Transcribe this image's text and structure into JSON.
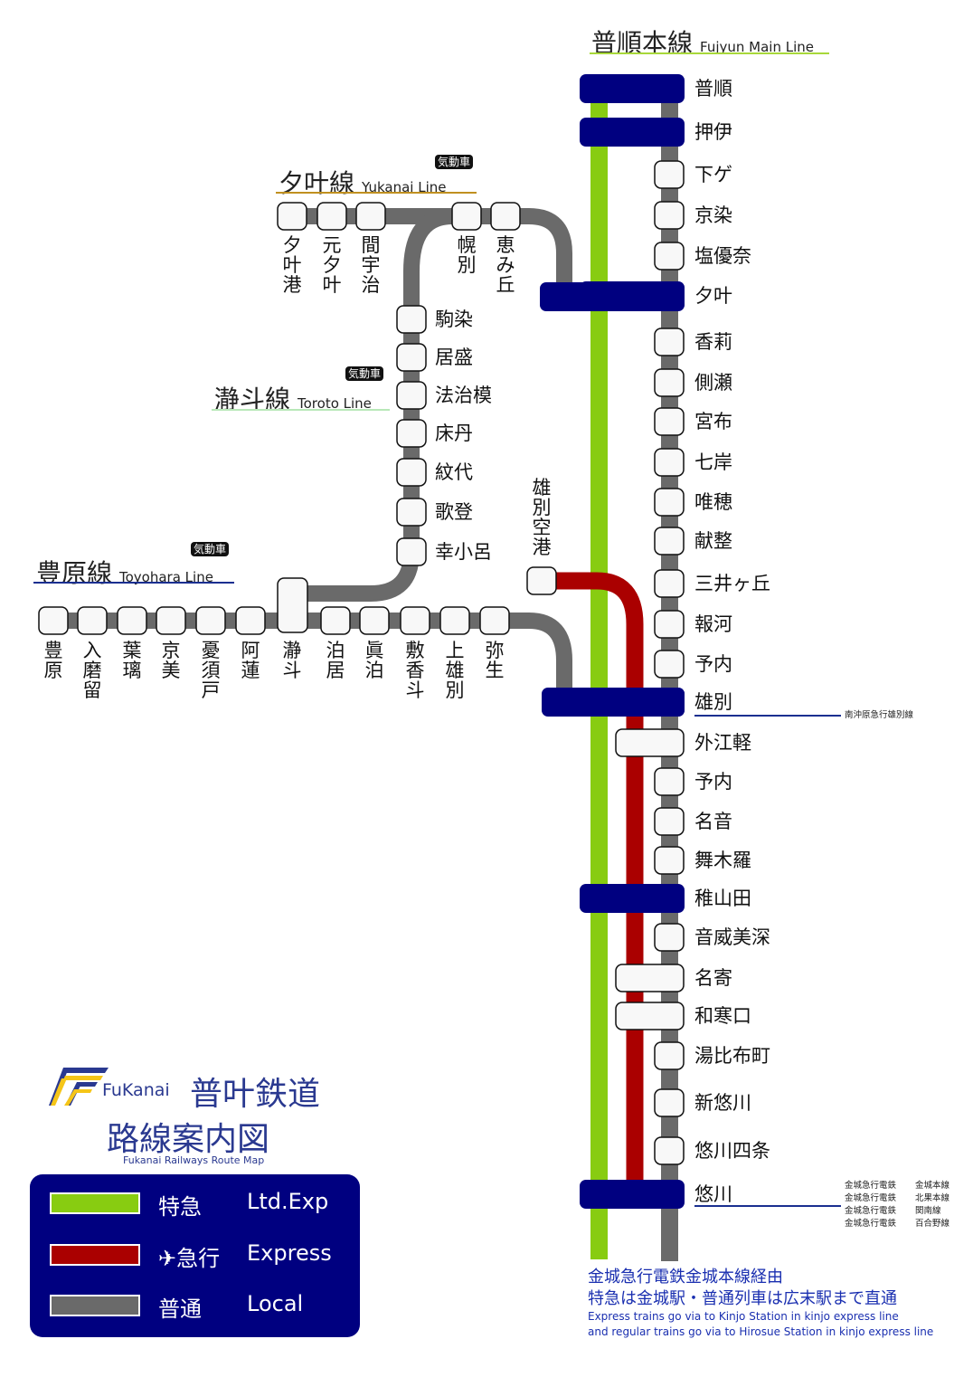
{
  "colors": {
    "ltd_express": "#88cc11",
    "express": "#aa0000",
    "local": "#6a6a6a",
    "major_station": "#000080",
    "station_fill": "#f8f8f8",
    "brand": "#2a3990",
    "footnote": "#1a2fb0",
    "fujyun_underline": "#a8d83a",
    "yukanai_underline": "#c09020",
    "toroto_underline": "#b8e8b8",
    "toyohara_underline": "#1a2f90"
  },
  "lines": {
    "fujyun": {
      "name_jp": "普順本線",
      "name_en": "Fujyun Main Line"
    },
    "yukanai": {
      "name_jp": "夕叶線",
      "name_en": "Yukanai Line",
      "badge": "気動車"
    },
    "toroto": {
      "name_jp": "瀞斗線",
      "name_en": "Toroto Line",
      "badge": "気動車"
    },
    "toyohara": {
      "name_jp": "豊原線",
      "name_en": "Toyohara Line",
      "badge": "気動車"
    }
  },
  "fujyun_stations": [
    {
      "name": "普順",
      "type": "major"
    },
    {
      "name": "押伊",
      "type": "major"
    },
    {
      "name": "下ゲ",
      "type": "local"
    },
    {
      "name": "京染",
      "type": "local"
    },
    {
      "name": "塩優奈",
      "type": "local"
    },
    {
      "name": "夕叶",
      "type": "major"
    },
    {
      "name": "香莉",
      "type": "local"
    },
    {
      "name": "側瀬",
      "type": "local"
    },
    {
      "name": "宮布",
      "type": "local"
    },
    {
      "name": "七岸",
      "type": "local"
    },
    {
      "name": "唯穂",
      "type": "local"
    },
    {
      "name": "献整",
      "type": "local"
    },
    {
      "name": "三井ヶ丘",
      "type": "local"
    },
    {
      "name": "報河",
      "type": "local"
    },
    {
      "name": "予内",
      "type": "local"
    },
    {
      "name": "雄別",
      "type": "major"
    },
    {
      "name": "外江軽",
      "type": "express"
    },
    {
      "name": "予内",
      "type": "local"
    },
    {
      "name": "名音",
      "type": "local"
    },
    {
      "name": "舞木羅",
      "type": "local"
    },
    {
      "name": "稚山田",
      "type": "major"
    },
    {
      "name": "音威美深",
      "type": "local"
    },
    {
      "name": "名寄",
      "type": "express"
    },
    {
      "name": "和寒口",
      "type": "express"
    },
    {
      "name": "湯比布町",
      "type": "local"
    },
    {
      "name": "新悠川",
      "type": "local"
    },
    {
      "name": "悠川四条",
      "type": "local"
    },
    {
      "name": "悠川",
      "type": "major"
    }
  ],
  "yukanai_stations": [
    "夕叶港",
    "元夕叶",
    "間宇治",
    "幌別",
    "恵み丘"
  ],
  "toroto_stations": [
    "駒染",
    "居盛",
    "法治模",
    "床丹",
    "紋代",
    "歌登",
    "幸小呂"
  ],
  "toyohara_stations": [
    "豊原",
    "入磨留",
    "葉璃",
    "京美",
    "憂須戸",
    "阿蓮",
    "瀞斗",
    "泊居",
    "眞泊",
    "敷香斗",
    "上雄別",
    "弥生"
  ],
  "airport_station": "雄別空港",
  "transfer_notes": {
    "yubetsu": "南沖原急行雄別線",
    "yukawa": [
      {
        "company": "金城急行電鉄",
        "line": "金城本線"
      },
      {
        "company": "金城急行電鉄",
        "line": "北果本線"
      },
      {
        "company": "金城急行電鉄",
        "line": "関南線"
      },
      {
        "company": "金城急行電鉄",
        "line": "百合野線"
      }
    ]
  },
  "brand": {
    "logo_text": "FuKanai",
    "name_jp": "普叶鉄道",
    "title_jp": "路線案内図",
    "title_en": "Fukanai Railways Route Map"
  },
  "legend": [
    {
      "jp": "特急",
      "en": "Ltd.Exp",
      "color": "#88cc11"
    },
    {
      "jp": "✈急行",
      "en": "Express",
      "color": "#aa0000"
    },
    {
      "jp": "普通",
      "en": "Local",
      "color": "#6a6a6a"
    }
  ],
  "footnote": {
    "jp1": "金城急行電鉄金城本線経由",
    "jp2": "特急は金城駅・普通列車は広末駅まで直通",
    "en1": "Express trains go via to Kinjo Station in kinjo express line",
    "en2": "and regular trains go via to Hirosue Station  in kinjo express line"
  }
}
